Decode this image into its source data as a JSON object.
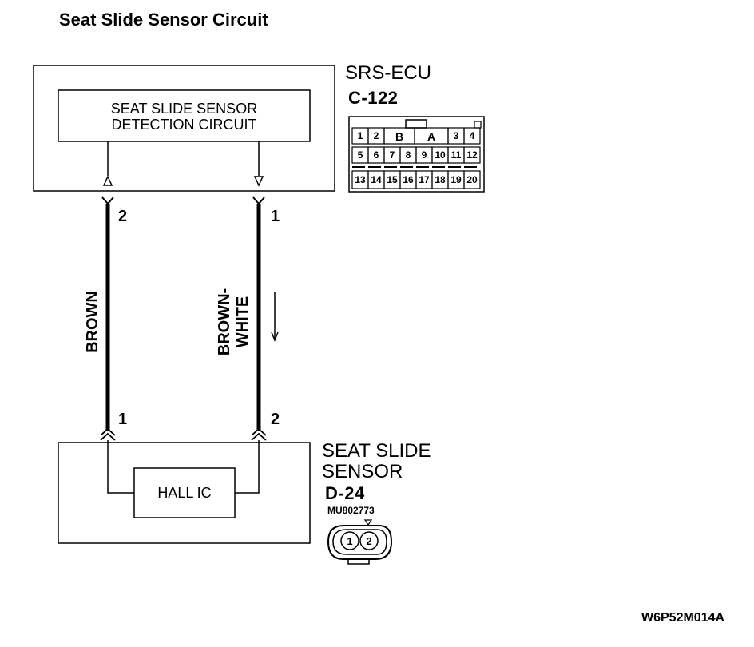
{
  "title": "Seat Slide Sensor Circuit",
  "ecu": {
    "name": "SRS-ECU",
    "connector": "C-122",
    "detection_circuit_line1": "SEAT SLIDE SENSOR",
    "detection_circuit_line2": "DETECTION CIRCUIT",
    "connector_pins_row1": [
      "1",
      "2",
      "B",
      "A",
      "3",
      "4"
    ],
    "connector_pins_row2": [
      "5",
      "6",
      "7",
      "8",
      "9",
      "10",
      "11",
      "12"
    ],
    "connector_pins_row3": [
      "13",
      "14",
      "15",
      "16",
      "17",
      "18",
      "19",
      "20"
    ]
  },
  "sensor": {
    "name_line1": "SEAT SLIDE",
    "name_line2": "SENSOR",
    "connector": "D-24",
    "part_number": "MU802773",
    "inner_block": "HALL IC",
    "connector_pins": [
      "1",
      "2"
    ]
  },
  "wires": {
    "left": {
      "color_label": "BROWN",
      "ecu_pin": "2",
      "sensor_pin": "1"
    },
    "right": {
      "color_label_line1": "BROWN-",
      "color_label_line2": "WHITE",
      "ecu_pin": "1",
      "sensor_pin": "2"
    }
  },
  "figure_code": "W6P52M014A"
}
